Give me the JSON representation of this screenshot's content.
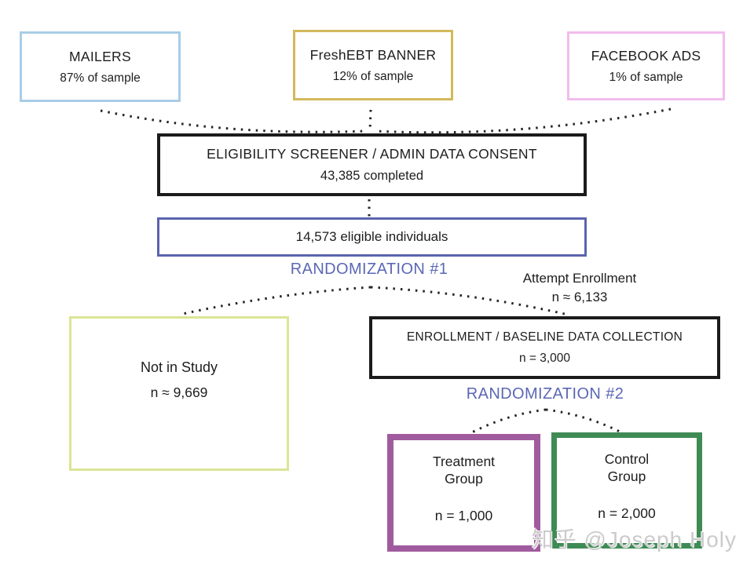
{
  "nodes": {
    "mailers": {
      "title": "MAILERS",
      "subtitle": "87% of sample",
      "border": "#a9cde6"
    },
    "freshebt": {
      "title": "FreshEBT BANNER",
      "subtitle": "12% of sample",
      "border": "#d2b95a"
    },
    "facebook": {
      "title": "FACEBOOK ADS",
      "subtitle": "1% of sample",
      "border": "#f3bcee"
    },
    "screener": {
      "title": "ELIGIBILITY SCREENER / ADMIN DATA CONSENT",
      "subtitle": "43,385 completed",
      "border": "#1b1b1b"
    },
    "eligible": {
      "title": "14,573 eligible individuals",
      "border": "#5b64ae"
    },
    "not_in_study": {
      "title": "Not in Study",
      "subtitle": "n ≈ 9,669",
      "border": "#dce597"
    },
    "enrollment": {
      "title": "ENROLLMENT / BASELINE DATA COLLECTION",
      "subtitle": "n = 3,000",
      "border": "#1b1b1b"
    },
    "treatment": {
      "title": "Treatment\nGroup",
      "n": "n = 1,000",
      "border": "#a05b9e"
    },
    "control": {
      "title": "Control\nGroup",
      "n": "n = 2,000",
      "border": "#3f8b55"
    }
  },
  "labels": {
    "randomization1": "RANDOMIZATION #1",
    "randomization2": "RANDOMIZATION #2",
    "attempt_enrollment": "Attempt Enrollment\nn ≈ 6,133",
    "randomization_color": "#5b67b5"
  },
  "watermark": "知乎 @Joseph Holy"
}
